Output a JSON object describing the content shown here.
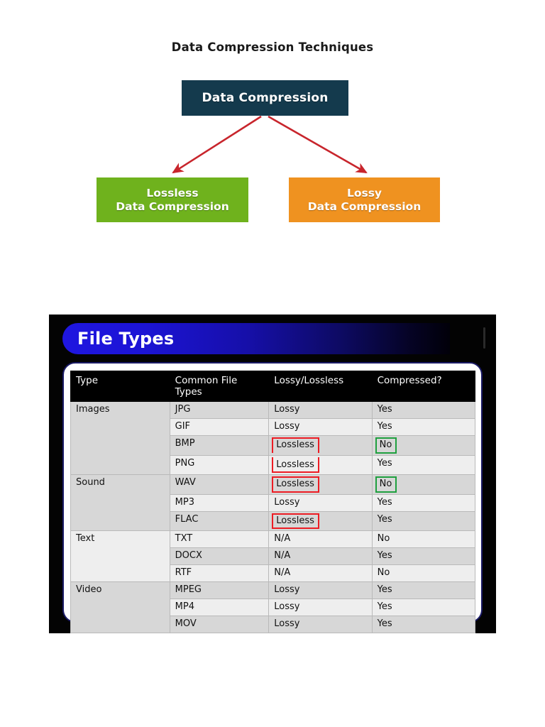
{
  "page": {
    "title": "Data Compression Techniques"
  },
  "diagram": {
    "root": {
      "label": "Data Compression",
      "color": "#143a4d"
    },
    "children": [
      {
        "id": "lossless",
        "line1": "Lossless",
        "line2": "Data Compression",
        "color": "#6fb21d"
      },
      {
        "id": "lossy",
        "line1": "Lossy",
        "line2": "Data Compression",
        "color": "#ef9220"
      }
    ],
    "arrow_color": "#c8252c"
  },
  "panel": {
    "banner_title": "File Types",
    "banner_gradient_from": "#1f16e0",
    "banner_gradient_to": "#010009",
    "card_border": "#1b1b66"
  },
  "table": {
    "headers": {
      "type": "Type",
      "files_line1": "Common File",
      "files_line2": "Types",
      "lossy": "Lossy/Lossless",
      "compressed": "Compressed?"
    },
    "groups": [
      {
        "name": "Images",
        "rows": [
          {
            "file": "JPG",
            "lossy": "Lossy",
            "lossy_boxed": false,
            "compressed": "Yes",
            "compressed_boxed": false
          },
          {
            "file": "GIF",
            "lossy": "Lossy",
            "lossy_boxed": false,
            "compressed": "Yes",
            "compressed_boxed": false
          },
          {
            "file": "BMP",
            "lossy": "Lossless",
            "lossy_boxed": true,
            "compressed": "No",
            "compressed_boxed": true
          },
          {
            "file": "PNG",
            "lossy": "Lossless",
            "lossy_boxed": true,
            "compressed": "Yes",
            "compressed_boxed": false
          }
        ]
      },
      {
        "name": "Sound",
        "rows": [
          {
            "file": "WAV",
            "lossy": "Lossless",
            "lossy_boxed": true,
            "compressed": "No",
            "compressed_boxed": true
          },
          {
            "file": "MP3",
            "lossy": "Lossy",
            "lossy_boxed": false,
            "compressed": "Yes",
            "compressed_boxed": false
          },
          {
            "file": "FLAC",
            "lossy": "Lossless",
            "lossy_boxed": true,
            "compressed": "Yes",
            "compressed_boxed": false
          }
        ]
      },
      {
        "name": "Text",
        "rows": [
          {
            "file": "TXT",
            "lossy": "N/A",
            "lossy_boxed": false,
            "compressed": "No",
            "compressed_boxed": false
          },
          {
            "file": "DOCX",
            "lossy": "N/A",
            "lossy_boxed": false,
            "compressed": "Yes",
            "compressed_boxed": false
          },
          {
            "file": "RTF",
            "lossy": "N/A",
            "lossy_boxed": false,
            "compressed": "No",
            "compressed_boxed": false
          }
        ]
      },
      {
        "name": "Video",
        "rows": [
          {
            "file": "MPEG",
            "lossy": "Lossy",
            "lossy_boxed": false,
            "compressed": "Yes",
            "compressed_boxed": false
          },
          {
            "file": "MP4",
            "lossy": "Lossy",
            "lossy_boxed": false,
            "compressed": "Yes",
            "compressed_boxed": false
          },
          {
            "file": "MOV",
            "lossy": "Lossy",
            "lossy_boxed": false,
            "compressed": "Yes",
            "compressed_boxed": false
          }
        ]
      }
    ],
    "highlight": {
      "red": "#ed1c24",
      "green": "#1fa03f"
    }
  }
}
